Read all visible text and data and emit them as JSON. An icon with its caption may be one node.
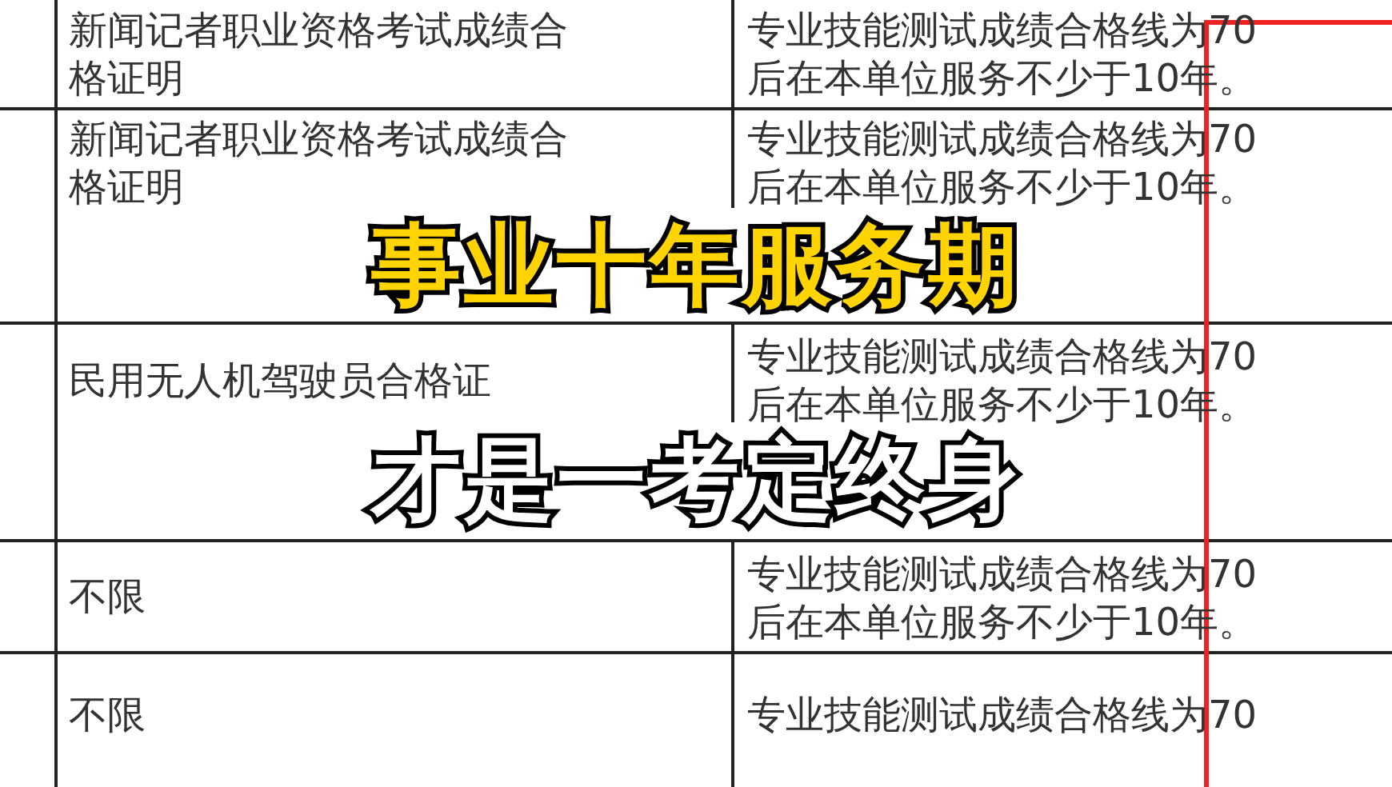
{
  "diagram": {
    "labels": [
      "新闻记者职业资格考试成绩合格证明",
      "专业技能测试成绩合格线为70后在本单位服务不少于10年。",
      "新闻记者职业资格考试成绩合格证明",
      "专业技能测试成绩合格线为70后在本单位服务不少于10年。",
      "民用无人机驾驶员合格证",
      "专业技能测试成绩合格线为70后在本单位服务不少于10年。",
      "不限",
      "专业技能测试成绩合格线为70后在本单位服务不少于10年。",
      "不限",
      "专业技能测试成绩合格线为70",
      "事业十年服务期",
      "才是一考定终身"
    ]
  }
}
